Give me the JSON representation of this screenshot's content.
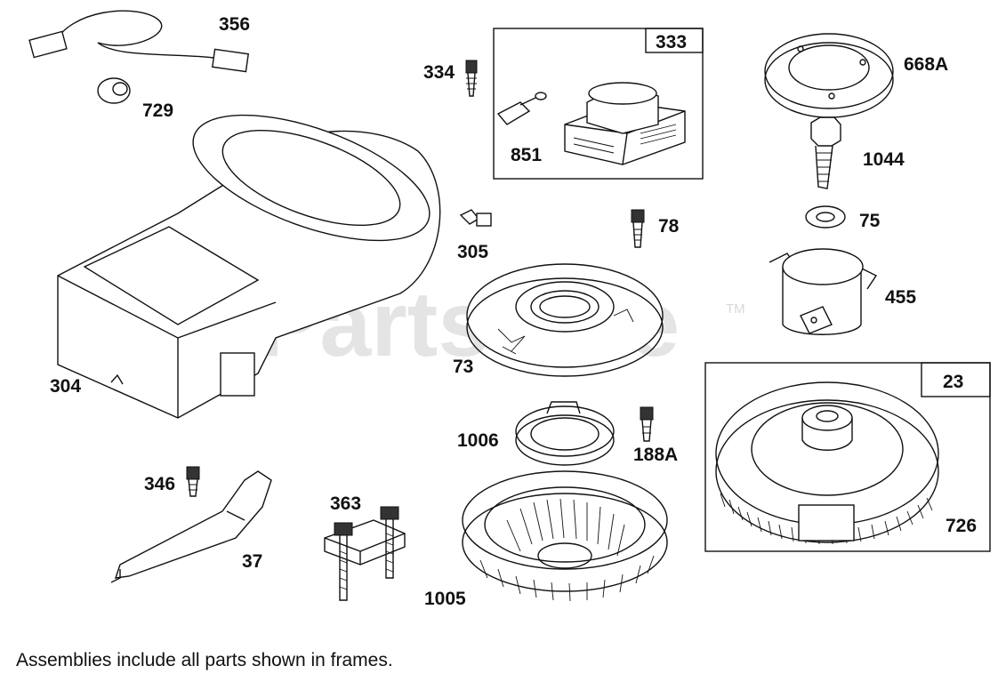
{
  "watermark": {
    "text": "PartsTree",
    "trademark": "TM"
  },
  "footnote": "Assemblies include all parts shown in frames.",
  "parts": {
    "p356": "356",
    "p729": "729",
    "p304": "304",
    "p334": "334",
    "p851": "851",
    "p305": "305",
    "p78": "78",
    "p73": "73",
    "p668A": "668A",
    "p1044": "1044",
    "p75": "75",
    "p455": "455",
    "p346": "346",
    "p37": "37",
    "p363": "363",
    "p1006": "1006",
    "p188A": "188A",
    "p1005": "1005",
    "p726": "726"
  },
  "frames": {
    "f333": "333",
    "f23": "23"
  }
}
